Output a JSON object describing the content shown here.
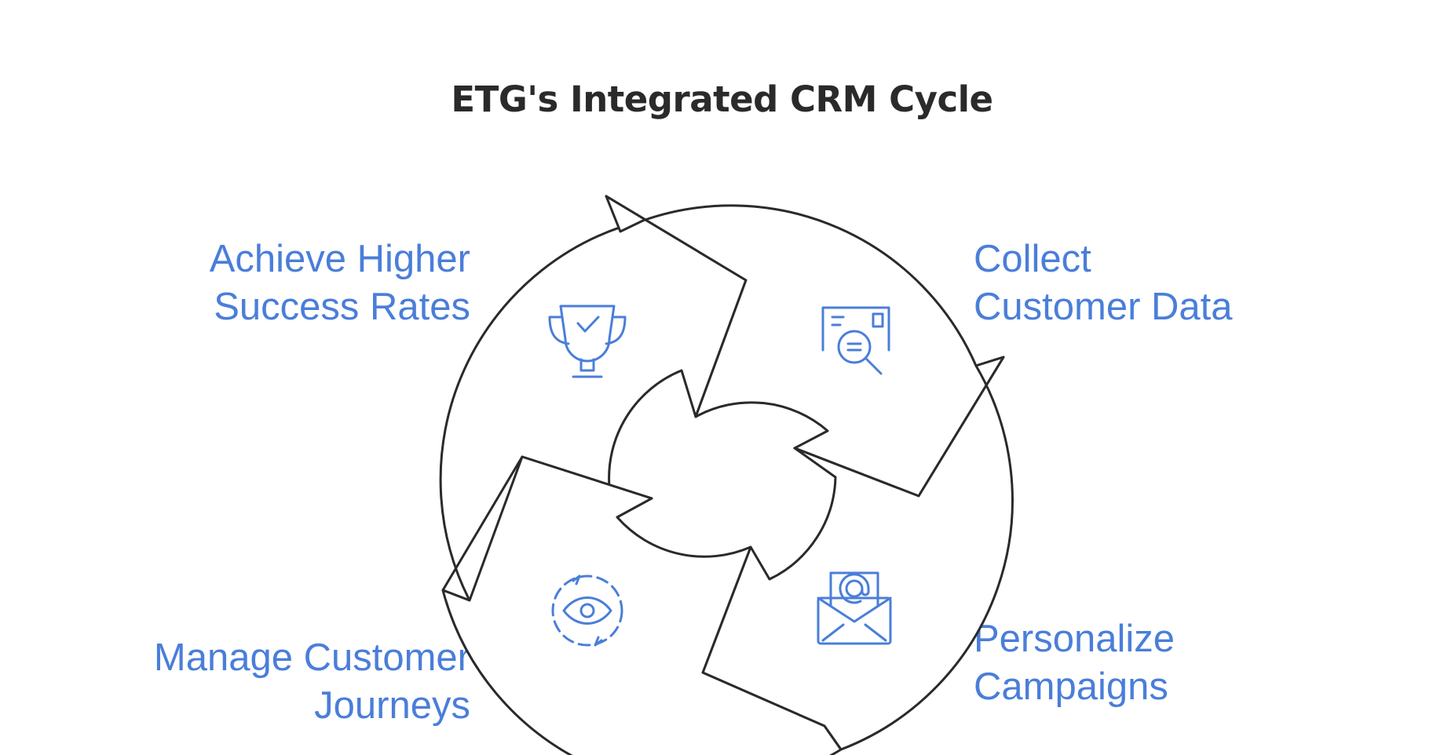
{
  "title": "ETG's Integrated CRM Cycle",
  "colors": {
    "label_blue": "#4a7ed9",
    "icon_blue": "#4a7ed9",
    "outline": "#2a2a2a",
    "title": "#2a2a2a"
  },
  "steps": [
    {
      "id": "achieve",
      "line1": "Achieve Higher",
      "line2": "Success Rates",
      "icon": "trophy-check-icon"
    },
    {
      "id": "collect",
      "line1": "Collect",
      "line2": "Customer Data",
      "icon": "document-search-icon"
    },
    {
      "id": "personalize",
      "line1": "Personalize",
      "line2": "Campaigns",
      "icon": "email-envelope-icon"
    },
    {
      "id": "manage",
      "line1": "Manage Customer",
      "line2": "Journeys",
      "icon": "eye-cycle-icon"
    }
  ]
}
